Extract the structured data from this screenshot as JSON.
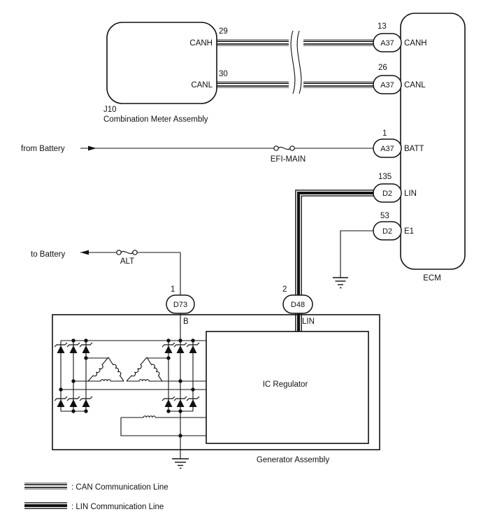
{
  "meter": {
    "code": "J10",
    "name": "Combination Meter Assembly",
    "pins": [
      {
        "num": "29",
        "label": "CANH"
      },
      {
        "num": "30",
        "label": "CANL"
      }
    ]
  },
  "ecm": {
    "name": "ECM",
    "pins": [
      {
        "num": "13",
        "conn": "A37",
        "label": "CANH"
      },
      {
        "num": "26",
        "conn": "A37",
        "label": "CANL"
      },
      {
        "num": "1",
        "conn": "A37",
        "label": "BATT"
      },
      {
        "num": "135",
        "conn": "D2",
        "label": "LIN"
      },
      {
        "num": "53",
        "conn": "D2",
        "label": "E1"
      }
    ]
  },
  "generator": {
    "name": "Generator Assembly",
    "regulator_label": "IC Regulator",
    "pins": [
      {
        "num": "1",
        "conn": "D73",
        "label": "B"
      },
      {
        "num": "2",
        "conn": "D48",
        "label": "LIN"
      }
    ]
  },
  "fuses": [
    {
      "label": "EFI-MAIN"
    },
    {
      "label": "ALT"
    }
  ],
  "flow_labels": {
    "from_battery": "from Battery",
    "to_battery": "to Battery"
  },
  "legend": [
    {
      "type": "CAN",
      "label": ": CAN Communication Line"
    },
    {
      "type": "LIN",
      "label": ": LIN Communication Line"
    }
  ],
  "colors": {
    "line": "#111111",
    "background": "#ffffff"
  }
}
